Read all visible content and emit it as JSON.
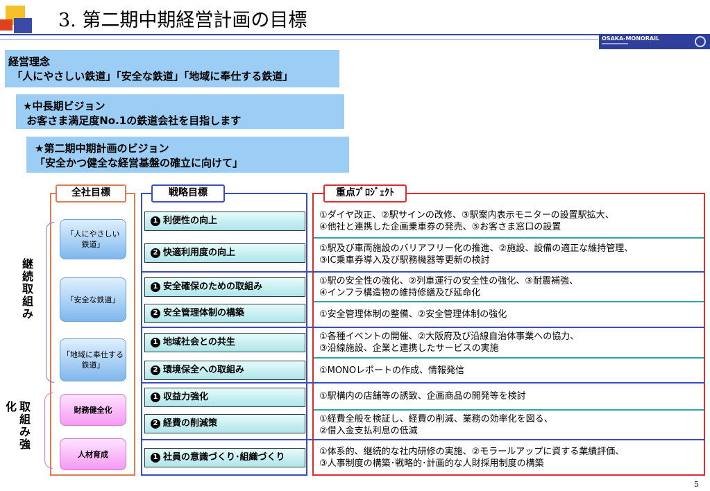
{
  "header": {
    "title": "3. 第二期中期経営計画の目標",
    "logo_text": "OSAKA-MONORAIL"
  },
  "banners": {
    "philosophy": "経営理念\n 「人にやさしい鉄道」「安全な鉄道」「地域に奉仕する鉄道」",
    "long_vision": "★中長期ビジョン\n お客さま満足度No.1の鉄道会社を目指します",
    "plan_vision": "★第二期中期計画のビジョン\n「安全かつ健全な経営基盤の確立に向けて」"
  },
  "columns": {
    "goals": "全社目標",
    "strategy": "戦略目標",
    "projects": "重点ﾌﾟﾛｼﾞｪｸﾄ"
  },
  "side_labels": {
    "continued": "継\n続\n取\n組\nみ",
    "strengthen_a": "取\n組\nみ\n強",
    "strengthen_b": "化"
  },
  "goals": [
    "「人にやさしい\n鉄道」",
    "「安全な鉄道」",
    "「地域に奉仕する\n鉄道」",
    "財務健全化",
    "人材育成"
  ],
  "strategies": [
    {
      "num": "1",
      "label": "利便性の向上"
    },
    {
      "num": "2",
      "label": "快適利用度の向上"
    },
    {
      "num": "1",
      "label": "安全確保のための取組み"
    },
    {
      "num": "2",
      "label": "安全管理体制の構築"
    },
    {
      "num": "1",
      "label": "地域社会との共生"
    },
    {
      "num": "2",
      "label": "環境保全への取組み"
    },
    {
      "num": "1",
      "label": "収益力強化"
    },
    {
      "num": "2",
      "label": "経費の削減策"
    },
    {
      "num": "1",
      "label": "社員の意識づくり･組織づくり"
    }
  ],
  "projects": [
    "①ダイヤ改正、②駅サインの改修、③駅案内表示モニターの設置駅拡大、\n④他社と連携した企画乗車券の発売、⑤お客さま窓口の設置",
    "①駅及び車両施設のバリアフリー化の推進、②施設、設備の適正な維持管理、\n③IC乗車券導入及び駅務機器等更新の検討",
    "①駅の安全性の強化、②列車運行の安全性の強化、③耐震補強、\n④インフラ構造物の維持修繕及び延命化",
    "①安全管理体制の整備、②安全管理体制の強化",
    "①各種イベントの開催、②大阪府及び沿線自治体事業への協力、\n③沿線施設、企業と連携したサービスの実施",
    "①MONOレポートの作成、情報発信",
    "①駅構内の店舗等の誘致、企画商品の開発等を検討",
    "①経費全般を検証し、経費の削減、業務の効率化を図る、\n②借入金支払利息の低減",
    "①体系的、継続的な社内研修の実施、②モラールアップに資する業績評価、\n③人事制度の構築･戦略的･計画的な人財採用制度の構築"
  ],
  "page_number": "5",
  "colors": {
    "banner": "#9ccdf5",
    "goal_frame": "#e07a50",
    "strategy_frame": "#3b4cc0",
    "project_frame": "#e02a30",
    "teal_separator": "#2aa5a0",
    "blue_separator": "#3b4cc0"
  }
}
